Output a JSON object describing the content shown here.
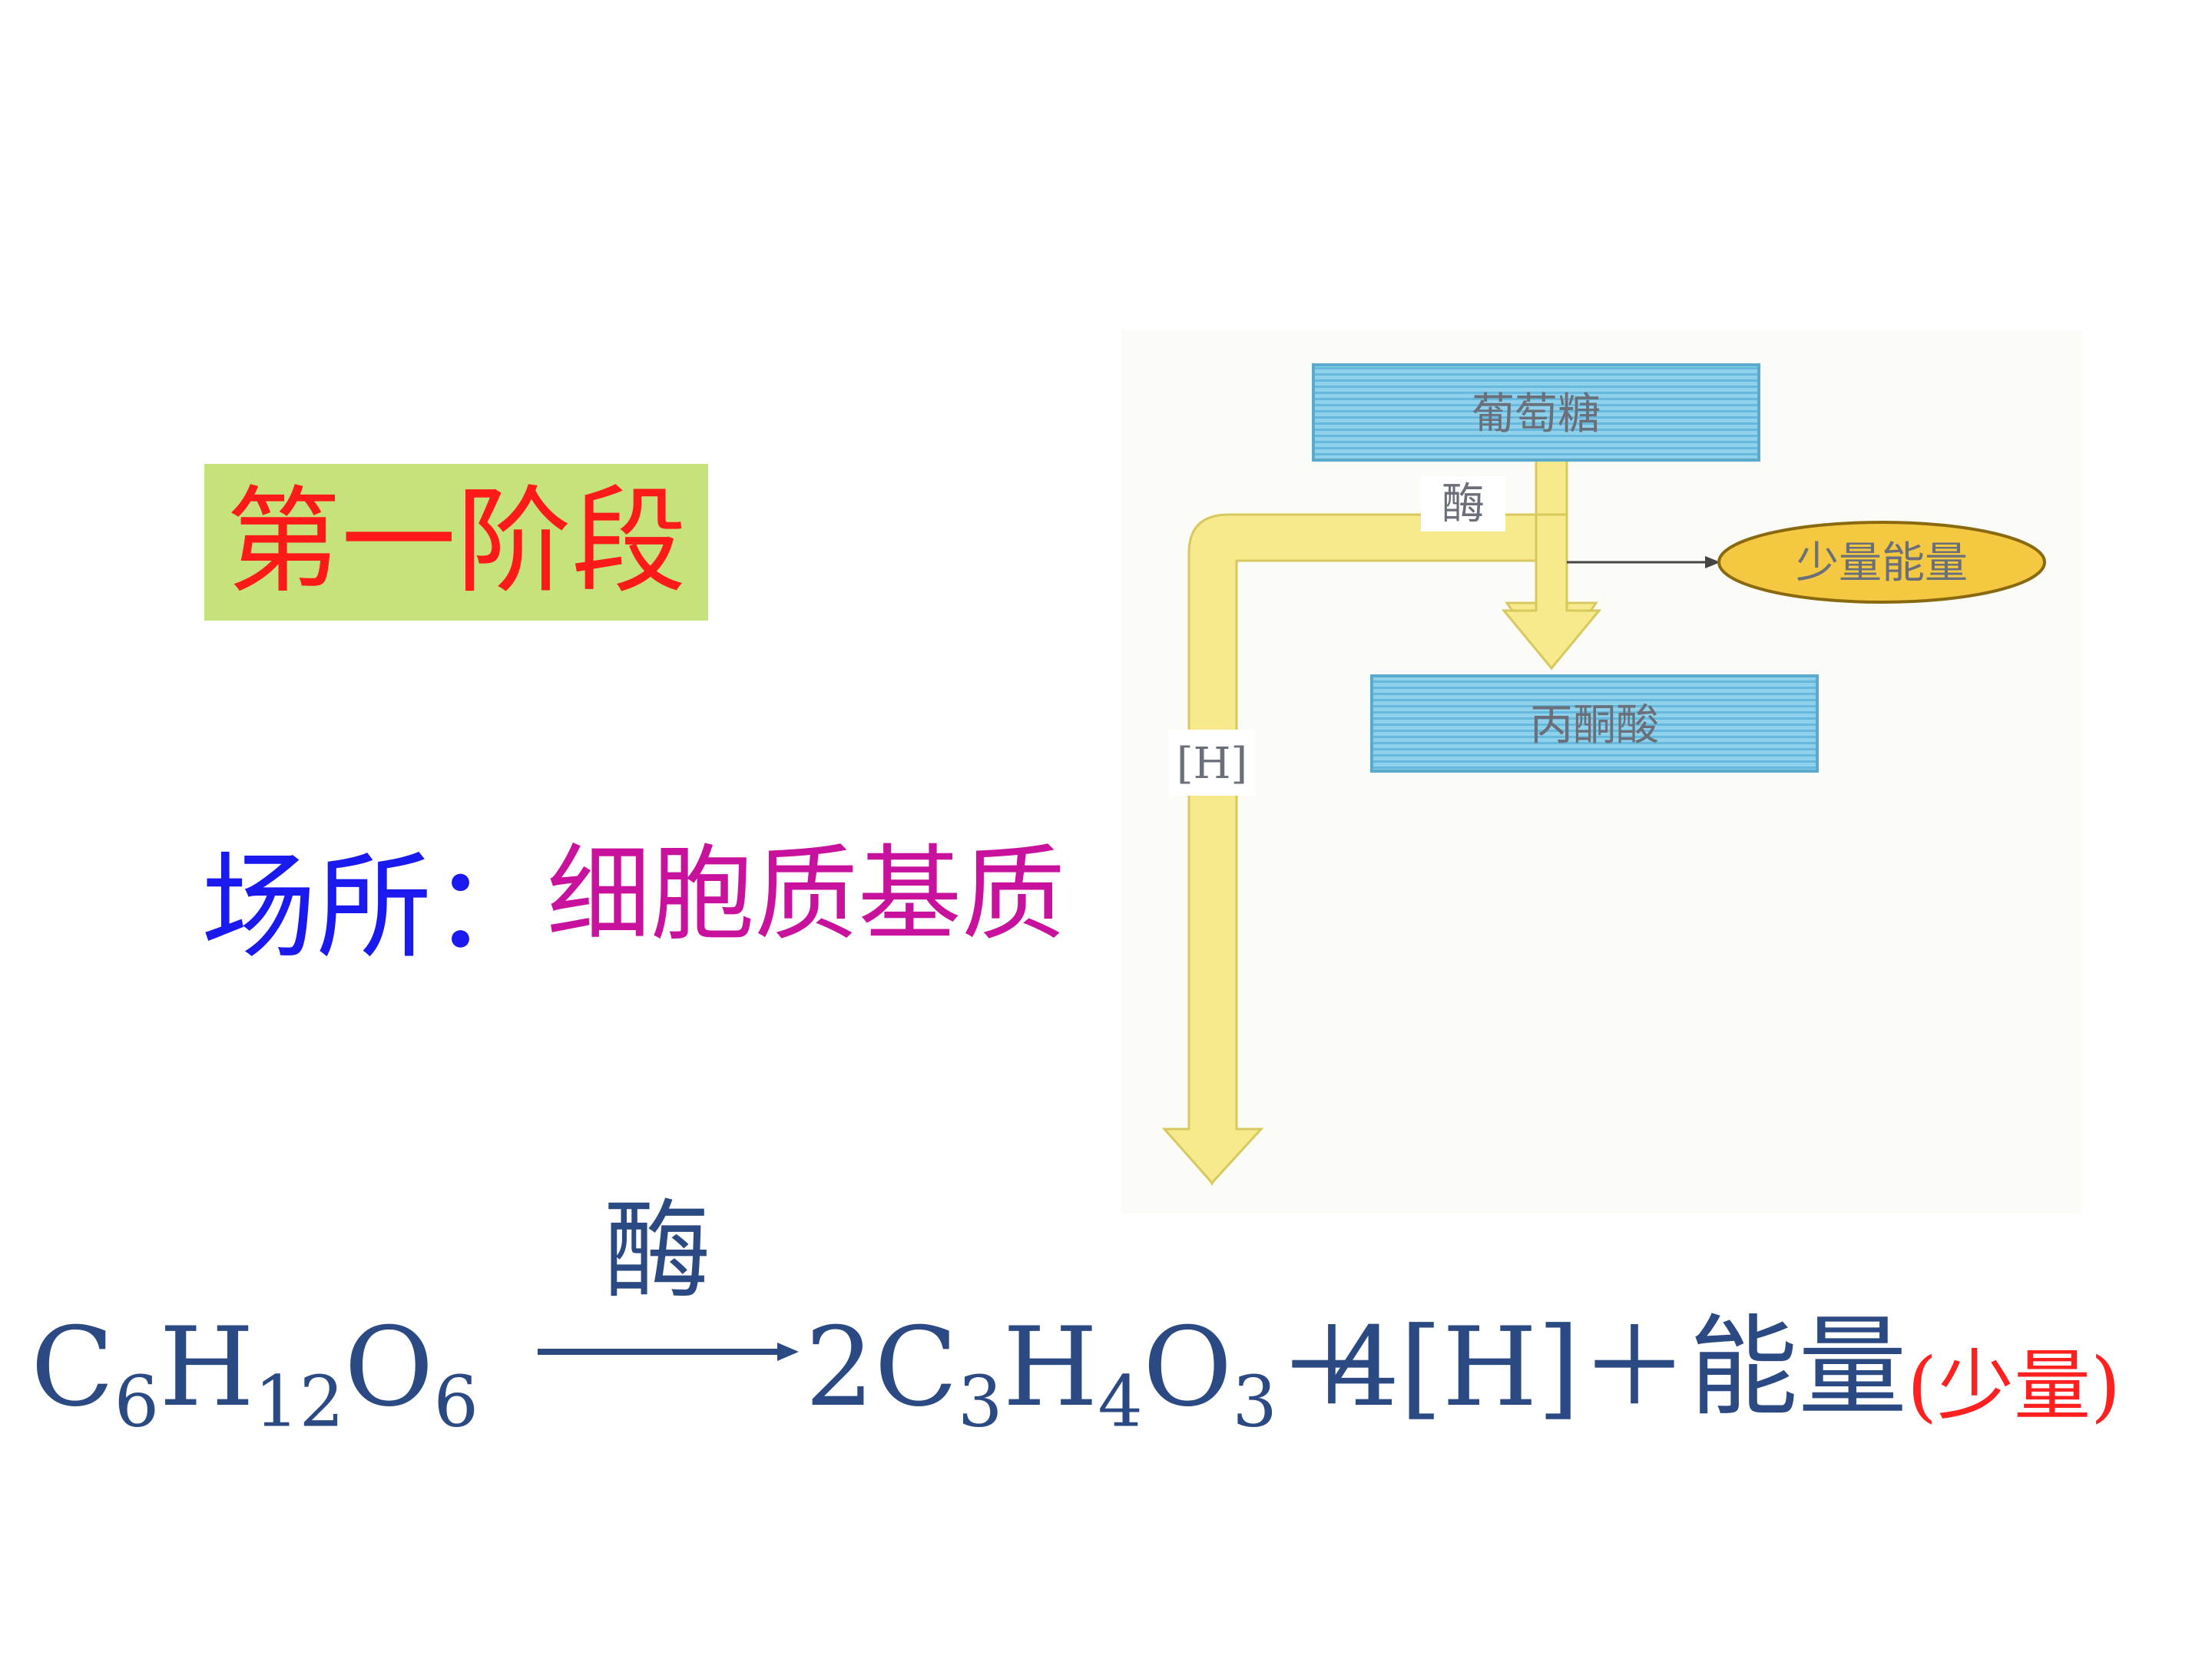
{
  "stage_title": "第一阶段",
  "location": {
    "label": "场所：",
    "value": "细胞质基质"
  },
  "diagram": {
    "top_box": "葡萄糖",
    "enzyme": "酶",
    "energy": "少量能量",
    "bottom_box": "丙酮酸",
    "hydrogen": "[H]"
  },
  "equation": {
    "reactant": {
      "c": "C",
      "c_n": "6",
      "h": "H",
      "h_n": "12",
      "o": "O",
      "o_n": "6"
    },
    "enzyme": "酶",
    "product1": {
      "coef": "2",
      "c": "C",
      "c_n": "3",
      "h": "H",
      "h_n": "4",
      "o": "O",
      "o_n": "3",
      "plus": "＋"
    },
    "product2": {
      "text": "4[H]＋能量",
      "note": "(少量)"
    }
  },
  "colors": {
    "title_bg": "#c6e27a",
    "title_text": "#ff1a1a",
    "location_label": "#1a1aee",
    "location_value": "#c8119d",
    "equation_text": "#2b4a83",
    "box_fill": "#7ec8e3",
    "arrow_fill": "#f6ea8c"
  }
}
